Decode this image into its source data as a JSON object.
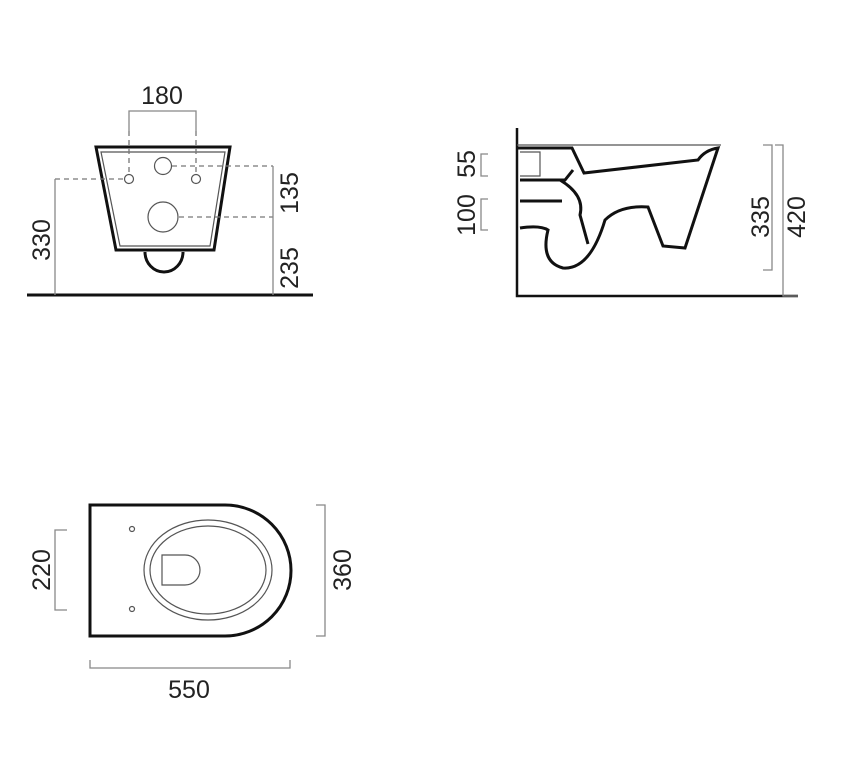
{
  "front_view": {
    "width_holes": "180",
    "height_fixing": "330",
    "outlet_spacing": "135",
    "outlet_height": "235"
  },
  "side_view": {
    "inlet": "55",
    "outlet": "100",
    "bowl_height": "335",
    "total_height": "420"
  },
  "top_view": {
    "fixing_spacing": "220",
    "width": "360",
    "length": "550"
  }
}
